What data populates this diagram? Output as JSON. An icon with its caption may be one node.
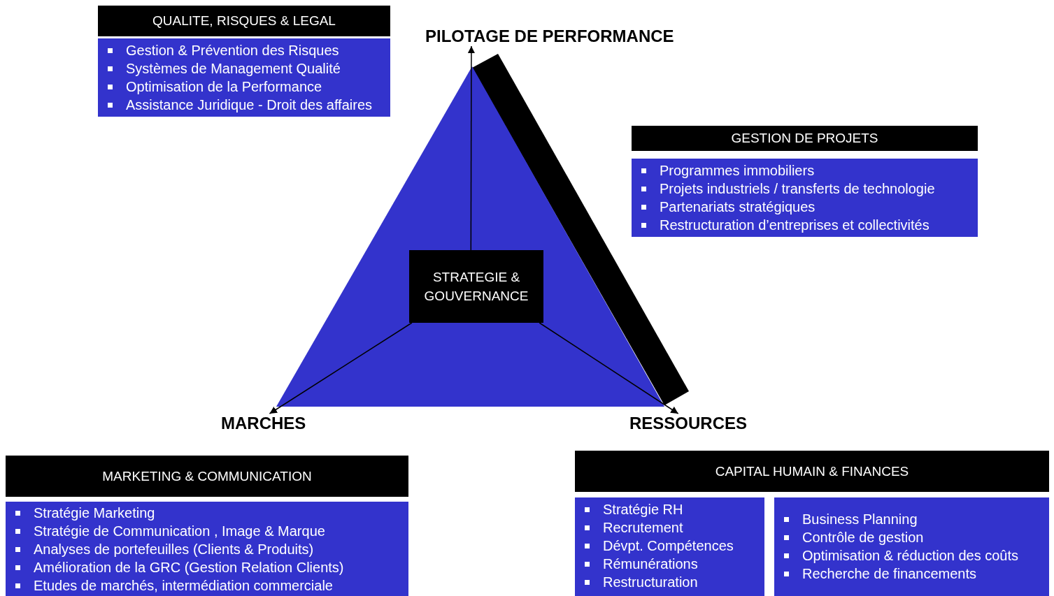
{
  "diagram": {
    "nodes": [
      {
        "text": [
          "QUALITE, RISQUES & LEGAL"
        ]
      },
      {
        "text": [
          "Gestion & Prévention des Risques",
          "Systèmes de Management Qualité",
          "Optimisation de la Performance",
          "Assistance Juridique - Droit des affaires"
        ]
      },
      {
        "text": [
          "PILOTAGE DE PERFORMANCE"
        ]
      },
      {
        "text": [
          "GESTION DE PROJETS"
        ]
      },
      {
        "text": [
          "Programmes immobiliers",
          "Projets industriels / transferts de technologie",
          "Partenariats stratégiques",
          "Restructuration d’entreprises et collectivités"
        ]
      },
      {
        "text": [],
        "shape": "triangle"
      },
      {
        "text": [
          "STRATEGIE & GOUVERNANCE"
        ],
        "in": 5
      },
      {
        "text": [
          "MARCHES"
        ]
      },
      {
        "text": [
          "RESSOURCES"
        ]
      },
      {
        "text": [
          "MARKETING & COMMUNICATION"
        ]
      },
      {
        "text": [
          "Stratégie Marketing",
          "Stratégie de Communication , Image & Marque",
          "Analyses de portefeuilles (Clients & Produits)",
          "Amélioration de la GRC (Gestion Relation Clients)",
          "Etudes de marchés, intermédiation commerciale"
        ]
      },
      {
        "text": [
          "CAPITAL HUMAIN & FINANCES"
        ]
      },
      {
        "text": [
          "Stratégie RH",
          "Recrutement",
          "Dévpt. Compétences",
          "Rémunérations",
          "Restructuration"
        ]
      },
      {
        "text": [
          "Business Planning",
          "Contrôle de gestion",
          "Optimisation & réduction des coûts",
          "Recherche de financements"
        ]
      }
    ],
    "edges": [
      {
        "from": 6,
        "to": 2,
        "arrow": "to"
      },
      {
        "from": 6,
        "to": 7,
        "arrow": "to"
      },
      {
        "from": 6,
        "to": 8,
        "arrow": "to"
      }
    ]
  }
}
